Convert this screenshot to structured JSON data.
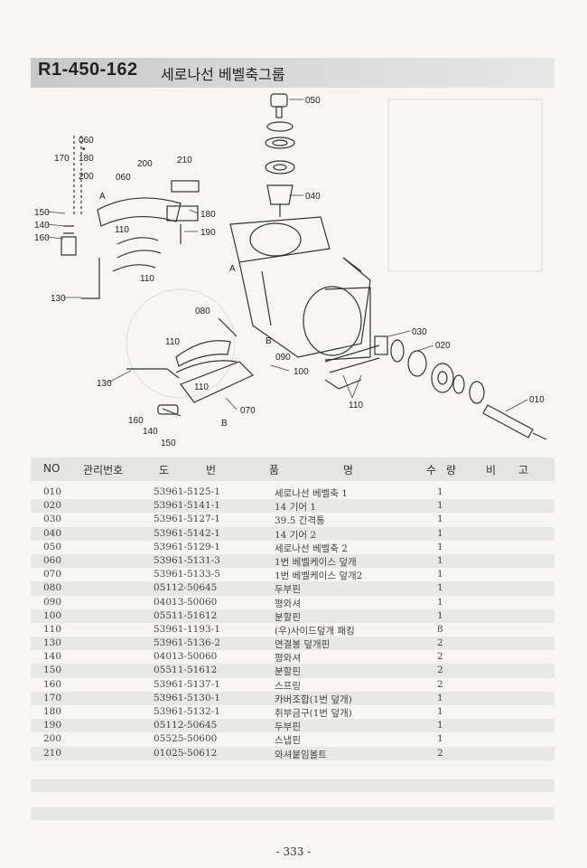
{
  "header": {
    "code": "R1-450-162",
    "name": "세로나선 베벨축그룹"
  },
  "diagram": {
    "callouts": [
      "050",
      "040",
      "060",
      "170",
      "180",
      "200",
      "200",
      "210",
      "060",
      "150",
      "140",
      "160",
      "110",
      "180",
      "190",
      "110",
      "130",
      "A",
      "A",
      "080",
      "110",
      "030",
      "020",
      "130",
      "B",
      "090",
      "100",
      "110",
      "070",
      "160",
      "140",
      "150",
      "B",
      "110",
      "010"
    ],
    "group_marker": "•"
  },
  "table": {
    "headers": {
      "no": "NO",
      "mgmt": "관리번호",
      "drawing_1": "도",
      "drawing_2": "번",
      "item_1": "품",
      "item_2": "명",
      "qty_1": "수",
      "qty_2": "량",
      "note_1": "비",
      "note_2": "고"
    },
    "rows": [
      {
        "no": "010",
        "part": "53961-5125-1",
        "name": "세로나선 베벨축 1",
        "qty": "1"
      },
      {
        "no": "020",
        "part": "53961-5141-1",
        "name": "14 기어 1",
        "qty": "1"
      },
      {
        "no": "030",
        "part": "53961-5127-1",
        "name": "39.5 간격통",
        "qty": "1"
      },
      {
        "no": "040",
        "part": "53961-5142-1",
        "name": "14 기어 2",
        "qty": "1"
      },
      {
        "no": "050",
        "part": "53961-5129-1",
        "name": "세로나선 베벨축 2",
        "qty": "1"
      },
      {
        "no": "060",
        "part": "53961-5131-3",
        "name": "1번 베벨케이스 덮개",
        "qty": "1"
      },
      {
        "no": "070",
        "part": "53961-5133-5",
        "name": "1번 베벨케이스 덮개2",
        "qty": "1"
      },
      {
        "no": "080",
        "part": "05112-50645",
        "name": "두부핀",
        "qty": "1"
      },
      {
        "no": "090",
        "part": "04013-50060",
        "name": "평와셔",
        "qty": "1"
      },
      {
        "no": "100",
        "part": "05511-51612",
        "name": "분할핀",
        "qty": "1"
      },
      {
        "no": "110",
        "part": "53961-1193-1",
        "name": "(우)사이드덮개 패킹",
        "qty": "8"
      },
      {
        "no": "130",
        "part": "53961-5136-2",
        "name": "연결봉 덮개핀",
        "qty": "2"
      },
      {
        "no": "140",
        "part": "04013-50060",
        "name": "평와셔",
        "qty": "2"
      },
      {
        "no": "150",
        "part": "05511-51612",
        "name": "분할핀",
        "qty": "2"
      },
      {
        "no": "160",
        "part": "53961-5137-1",
        "name": "스프링",
        "qty": "2"
      },
      {
        "no": "170",
        "part": "53961-5130-1",
        "name": "카버조합(1번 덮개)",
        "qty": "1"
      },
      {
        "no": "180",
        "part": "53961-5132-1",
        "name": "취부금구(1번 덮개)",
        "qty": "1"
      },
      {
        "no": "190",
        "part": "05112-50645",
        "name": "두부핀",
        "qty": "1"
      },
      {
        "no": "200",
        "part": "05525-50600",
        "name": "스냅핀",
        "qty": "1"
      },
      {
        "no": "210",
        "part": "01025-50612",
        "name": "와셔붙임볼트",
        "qty": "2"
      }
    ]
  },
  "footer": {
    "page": "- 333 -"
  }
}
